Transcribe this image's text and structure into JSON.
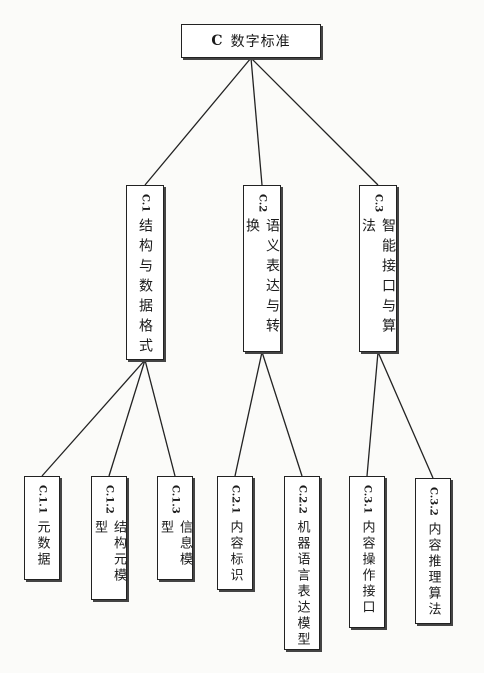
{
  "root": {
    "code": "C",
    "label": "数字标准"
  },
  "level1": [
    {
      "code": "C.1",
      "label": "结构与数据格式"
    },
    {
      "code": "C.2",
      "label": "语义表达与转换"
    },
    {
      "code": "C.3",
      "label": "智能接口与算法"
    }
  ],
  "level2": [
    {
      "code": "C.1.1",
      "label": "元数据"
    },
    {
      "code": "C.1.2",
      "label": "结构元模型"
    },
    {
      "code": "C.1.3",
      "label": "信息模型"
    },
    {
      "code": "C.2.1",
      "label": "内容标识"
    },
    {
      "code": "C.2.2",
      "label": "机器语言表达模型"
    },
    {
      "code": "C.3.1",
      "label": "内容操作接口"
    },
    {
      "code": "C.3.2",
      "label": "内容推理算法"
    }
  ]
}
